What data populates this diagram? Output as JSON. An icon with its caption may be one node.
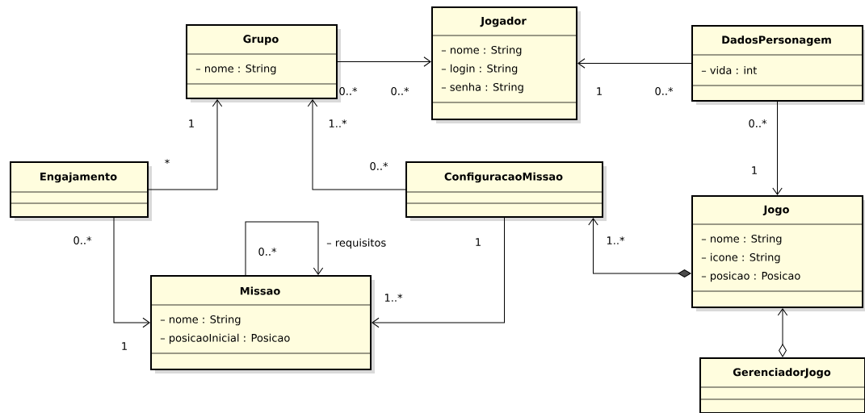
{
  "diagram": {
    "nodes": [
      {
        "text": [
          "Grupo",
          "– nome : String"
        ]
      },
      {
        "text": [
          "Jogador",
          "– nome : String",
          "– login : String",
          "– senha : String"
        ]
      },
      {
        "text": [
          "DadosPersonagem",
          "– vida : int"
        ]
      },
      {
        "text": [
          "Engajamento"
        ]
      },
      {
        "text": [
          "ConfiguracaoMissao"
        ]
      },
      {
        "text": [
          "Jogo",
          "– nome : String",
          "– icone : String",
          "– posicao : Posicao"
        ]
      },
      {
        "text": [
          "Missao",
          "– nome : String",
          "– posicaoInicial : Posicao"
        ]
      },
      {
        "text": [
          "GerenciadorJogo"
        ]
      }
    ],
    "edges": [
      {
        "from": 0,
        "to": 1,
        "arrow": "to"
      },
      {
        "from": 2,
        "to": 1,
        "arrow": "to"
      },
      {
        "from": 2,
        "to": 5,
        "arrow": "to"
      },
      {
        "from": 3,
        "to": 0,
        "arrow": "to"
      },
      {
        "from": 4,
        "to": 0,
        "arrow": "to"
      },
      {
        "from": 6,
        "to": 6,
        "arrow": "to",
        "label": "– requisitos"
      },
      {
        "from": 3,
        "to": 6,
        "arrow": "to"
      },
      {
        "from": 4,
        "to": 6,
        "arrow": "to"
      },
      {
        "from": 5,
        "to": 4,
        "arrow": "to"
      },
      {
        "from": 7,
        "to": 5,
        "arrow": "to"
      }
    ],
    "labels": [
      "0..*",
      "0..*",
      "1",
      "0..*",
      "1",
      "1..*",
      "0..*",
      "*",
      "0..*",
      "1",
      "0..*",
      "0..*",
      "1",
      "1..*",
      "1..*",
      "1"
    ]
  }
}
